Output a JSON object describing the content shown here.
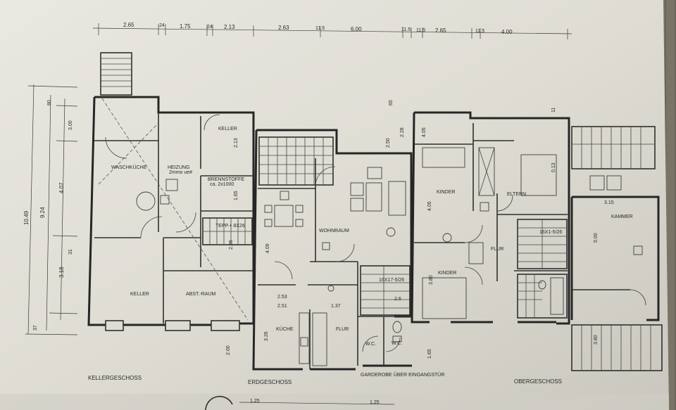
{
  "floors": {
    "basement": "KELLERGESCHOSS",
    "ground": "ERDGESCHOSS",
    "upper": "OBERGESCHOSS"
  },
  "rooms": {
    "waschkueche": "WASCHKÜCHE",
    "heizung": "HEIZUNG",
    "heizung_note": "2mmo ue#",
    "brennstoffe": "BRENNSTOFFE",
    "brennstoffe_note": "ca. 2x1000",
    "keller": "KELLER",
    "abst_raum": "ABST.-RAUM",
    "treppe_kg": "TEPP.+ 8X26",
    "wohnraum": "WOHNRAUM",
    "kueche": "KÜCHE",
    "flur_eg": "FLUR",
    "wc": "W.C.",
    "treppe_eg": "16X17-5/26",
    "garderobe_note": "GARDEROBE ÜBER EINGANGSTÜR",
    "kinder1": "KINDER",
    "kinder2": "KINDER",
    "eltern": "ELTERN",
    "flur_og": "FLUR",
    "treppe_og": "16X1-5/26",
    "kammer": "KAMMER",
    "eltern_ref": "0.13"
  },
  "dimensions": {
    "top_chain": [
      "2.65",
      "24",
      "1.75",
      "24",
      "2.13",
      "2.63",
      "11.5",
      "6.00",
      "11.5",
      "11.5",
      "2.65",
      "11.5",
      "4.00"
    ],
    "left_total": "10.49",
    "left_sub": "9.24",
    "left_a": "4.07",
    "left_b": "3.18",
    "left_c": "3.00",
    "left_d": "80",
    "left_e": "31",
    "left_f": "37",
    "basement_a": "2.13",
    "basement_b": "1.65",
    "basement_c": "2.26",
    "ground_a": "4.09",
    "ground_b": "2.51",
    "ground_c": "2.53",
    "ground_d": "2.00",
    "ground_e": "3.26",
    "ground_f": "1.37",
    "ground_g": "2.6",
    "ground_h": "2.50",
    "ground_i": "2.28",
    "ground_j": "65",
    "upper_a": "4.05",
    "upper_b": "3.80",
    "upper_c": "1.65",
    "upper_d": "5.00",
    "upper_e": "3.15",
    "upper_f": "3.80",
    "upper_g": "11",
    "bottom_a": "1.25",
    "bottom_b": "1.25"
  }
}
